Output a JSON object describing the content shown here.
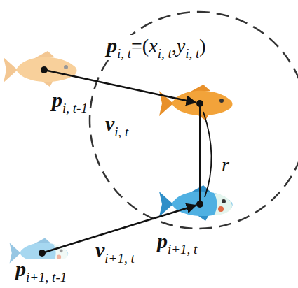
{
  "diagram": {
    "labels": [
      "p",
      "i, t-1",
      "v",
      "i, t",
      "p",
      "i, t",
      "=(",
      "x",
      "i, t",
      ",",
      "y",
      "i, t",
      ")",
      "r",
      "v",
      "i+1, t",
      "p",
      "i+1, t",
      "p",
      "i+1, t-1"
    ]
  }
}
